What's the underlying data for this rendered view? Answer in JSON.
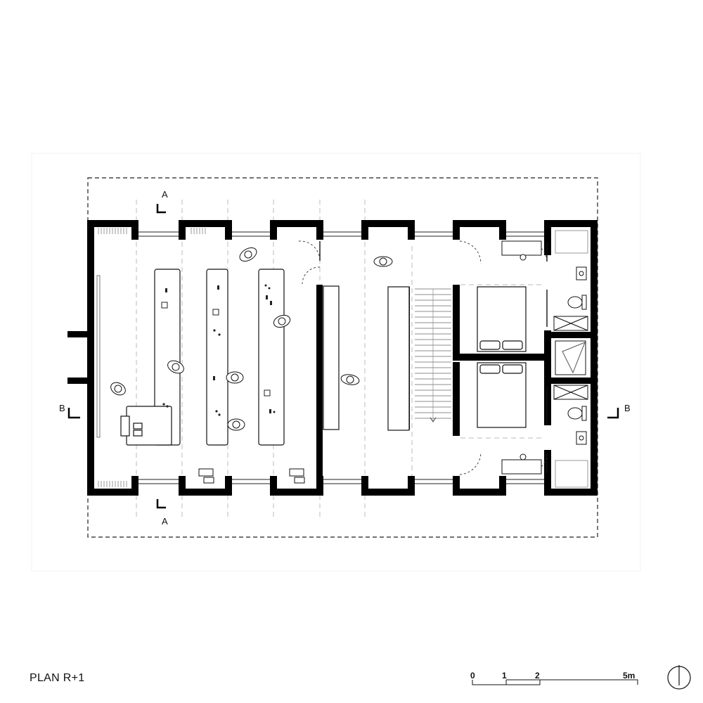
{
  "title": "PLAN R+1",
  "section_marks": {
    "a": "A",
    "b": "B"
  },
  "scale_bar": {
    "labels": [
      "0",
      "1",
      "2",
      "5m"
    ]
  },
  "colors": {
    "wall": "#000000",
    "line": "#111111",
    "faint": "#bdbdbd",
    "paper": "#ffffff"
  },
  "icons": {
    "north": "north-arrow-icon"
  }
}
